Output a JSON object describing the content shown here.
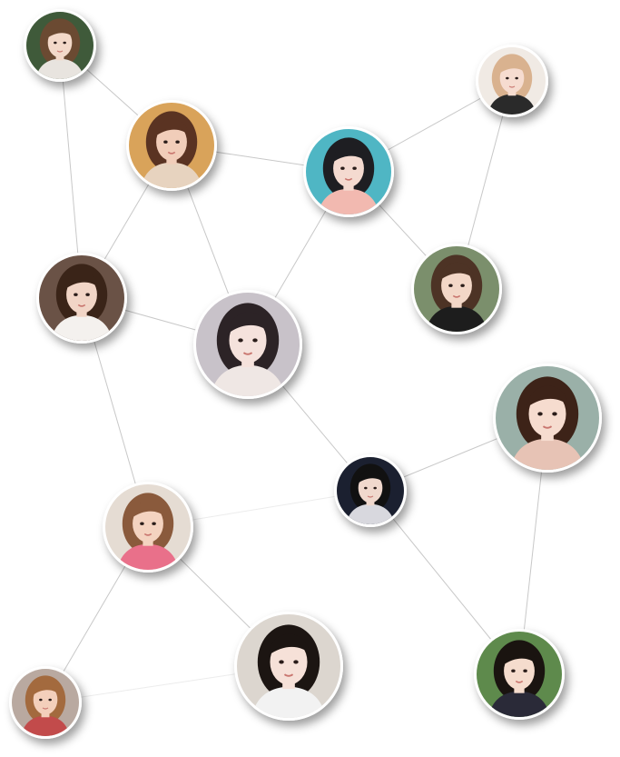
{
  "avatars": [
    {
      "id": "a1",
      "bg": "#3f5a3a",
      "hair": "#6b4a32",
      "skin": "#f3d9c9",
      "top": "#e8e4df",
      "icon": "portrait-icon"
    },
    {
      "id": "a2",
      "bg": "#f0eae4",
      "hair": "#d9b28f",
      "skin": "#f6dcd0",
      "top": "#2a2a2a",
      "icon": "portrait-icon"
    },
    {
      "id": "a3",
      "bg": "#d9a35a",
      "hair": "#5a3322",
      "skin": "#f1cdb9",
      "top": "#e7d3bf",
      "icon": "portrait-icon"
    },
    {
      "id": "a4",
      "bg": "#4fb6c4",
      "hair": "#1e1e22",
      "skin": "#f4dad0",
      "top": "#f2b9b0",
      "icon": "portrait-icon"
    },
    {
      "id": "a5",
      "bg": "#6a5246",
      "hair": "#3a2418",
      "skin": "#f1d5c6",
      "top": "#f4f1ee",
      "icon": "portrait-icon"
    },
    {
      "id": "a6",
      "bg": "#c8c2c9",
      "hair": "#2c2326",
      "skin": "#f5e2dc",
      "top": "#efe7e4",
      "icon": "portrait-icon"
    },
    {
      "id": "a7",
      "bg": "#7b8f6c",
      "hair": "#4d3325",
      "skin": "#f3d7c7",
      "top": "#1d1d1d",
      "icon": "portrait-icon"
    },
    {
      "id": "a8",
      "bg": "#9ab0a8",
      "hair": "#3d2318",
      "skin": "#f6dccf",
      "top": "#e7c3b5",
      "icon": "portrait-icon"
    },
    {
      "id": "a9",
      "bg": "#1b2030",
      "hair": "#111111",
      "skin": "#f0d8cd",
      "top": "#d8d8de",
      "icon": "portrait-icon"
    },
    {
      "id": "a10",
      "bg": "#e5dcd3",
      "hair": "#8a5a3c",
      "skin": "#f4d3c0",
      "top": "#e9708a",
      "icon": "portrait-icon"
    },
    {
      "id": "a11",
      "bg": "#dcd6cf",
      "hair": "#1c1512",
      "skin": "#f6e1d8",
      "top": "#f2f2f2",
      "icon": "portrait-icon"
    },
    {
      "id": "a12",
      "bg": "#5e8a4c",
      "hair": "#1a1410",
      "skin": "#f5dccd",
      "top": "#2a2a38",
      "icon": "portrait-icon"
    },
    {
      "id": "a13",
      "bg": "#b9a9a0",
      "hair": "#a36a3e",
      "skin": "#f3cfbb",
      "top": "#c24b4b",
      "icon": "portrait-icon"
    }
  ],
  "links": [
    [
      "a1",
      "a3"
    ],
    [
      "a1",
      "a5"
    ],
    [
      "a3",
      "a5"
    ],
    [
      "a3",
      "a4"
    ],
    [
      "a3",
      "a6"
    ],
    [
      "a2",
      "a4"
    ],
    [
      "a2",
      "a7"
    ],
    [
      "a4",
      "a7"
    ],
    [
      "a4",
      "a6"
    ],
    [
      "a5",
      "a6"
    ],
    [
      "a5",
      "a10"
    ],
    [
      "a6",
      "a9"
    ],
    [
      "a9",
      "a8"
    ],
    [
      "a9",
      "a10"
    ],
    [
      "a9",
      "a12"
    ],
    [
      "a8",
      "a12"
    ],
    [
      "a10",
      "a13"
    ],
    [
      "a10",
      "a11"
    ],
    [
      "a13",
      "a11"
    ]
  ],
  "faint_links": [
    [
      "a9",
      "a10"
    ],
    [
      "a13",
      "a11"
    ]
  ]
}
